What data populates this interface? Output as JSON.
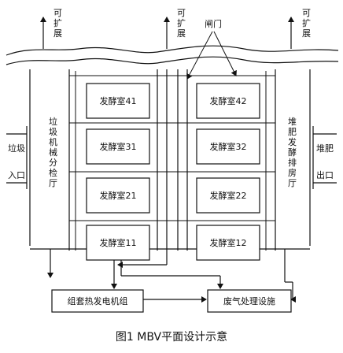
{
  "top_labels": {
    "expand": "可扩展"
  },
  "gate_label": "闸门",
  "rooms": {
    "r41": "发酵室41",
    "r42": "发酵室42",
    "r31": "发酵室31",
    "r32": "发酵室32",
    "r21": "发酵室21",
    "r22": "发酵室22",
    "r11": "发酵室11",
    "r12": "发酵室12"
  },
  "side": {
    "inlet_line1": "垃圾",
    "inlet_line2": "入口",
    "outlet_line1": "堆肥",
    "outlet_line2": "出口",
    "left_hall": "垃圾机械分检厅",
    "right_hall": "堆肥发酵排房厅"
  },
  "bottom": {
    "generator": "组套热发电机组",
    "waste_gas": "废气处理设施"
  },
  "caption": "图1  MBV平面设计示意"
}
